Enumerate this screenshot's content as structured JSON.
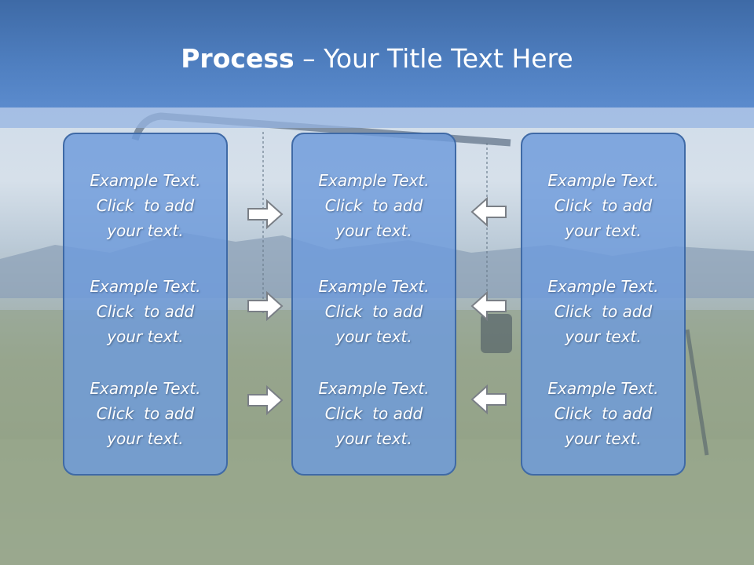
{
  "title": {
    "bold": "Process",
    "rest": " – Your Title Text Here"
  },
  "columns": [
    {
      "items": [
        {
          "l1": "Example Text.",
          "l2": "Click  to add",
          "l3": "your text."
        },
        {
          "l1": "Example Text.",
          "l2": "Click  to add",
          "l3": "your text."
        },
        {
          "l1": "Example Text.",
          "l2": "Click  to add",
          "l3": "your text."
        }
      ]
    },
    {
      "items": [
        {
          "l1": "Example Text.",
          "l2": "Click  to add",
          "l3": "your text."
        },
        {
          "l1": "Example Text.",
          "l2": "Click  to add",
          "l3": "your text."
        },
        {
          "l1": "Example Text.",
          "l2": "Click  to add",
          "l3": "your text."
        }
      ]
    },
    {
      "items": [
        {
          "l1": "Example Text.",
          "l2": "Click  to add",
          "l3": "your text."
        },
        {
          "l1": "Example Text.",
          "l2": "Click  to add",
          "l3": "your text."
        },
        {
          "l1": "Example Text.",
          "l2": "Click  to add",
          "l3": "your text."
        }
      ]
    }
  ],
  "icons": {
    "left_arrows": "arrow-right-icon",
    "right_arrows": "arrow-left-icon"
  },
  "colors": {
    "header": "#4f7fc0",
    "panel_fill": "#6e9bdc",
    "panel_border": "#3f6aa6",
    "text": "#ffffff"
  }
}
